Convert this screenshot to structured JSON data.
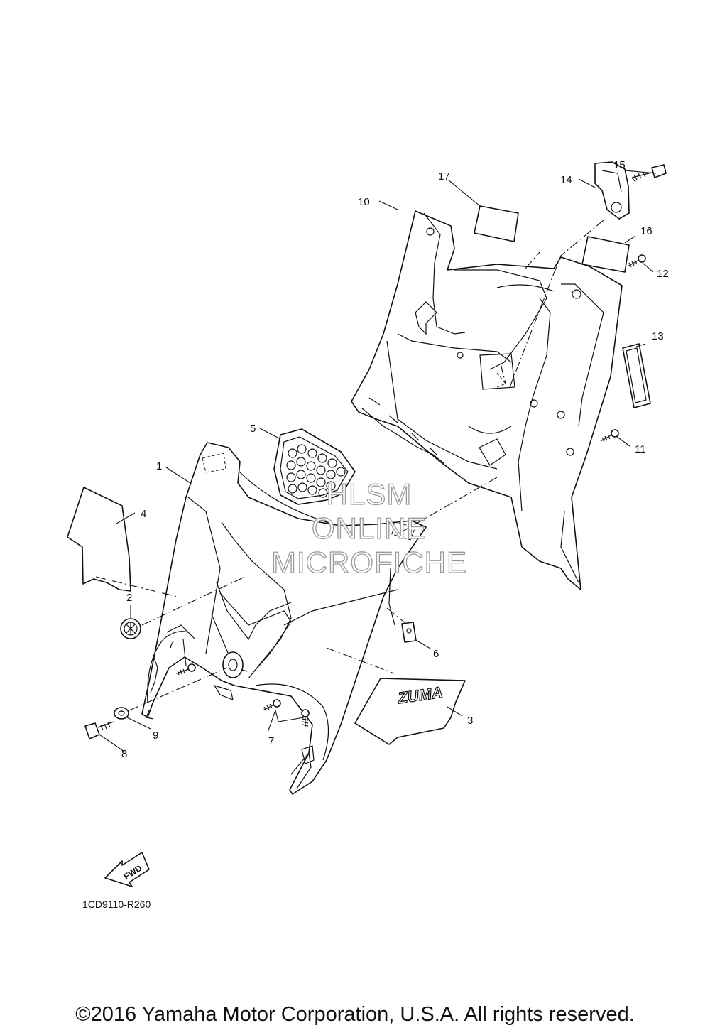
{
  "diagram": {
    "callouts": [
      "1",
      "2",
      "3",
      "4",
      "5",
      "6",
      "7",
      "7",
      "8",
      "9",
      "10",
      "11",
      "12",
      "13",
      "14",
      "15",
      "16",
      "17"
    ],
    "decal_text": "ZUMA",
    "fwd_label": "FWD",
    "figure_code": "1CD9110-R260"
  },
  "watermark": {
    "line1": "HLSM",
    "line2": "ONLINE",
    "line3": "MICROFICHE"
  },
  "footer": {
    "copyright": "©2016 Yamaha Motor Corporation, U.S.A. All rights reserved."
  }
}
